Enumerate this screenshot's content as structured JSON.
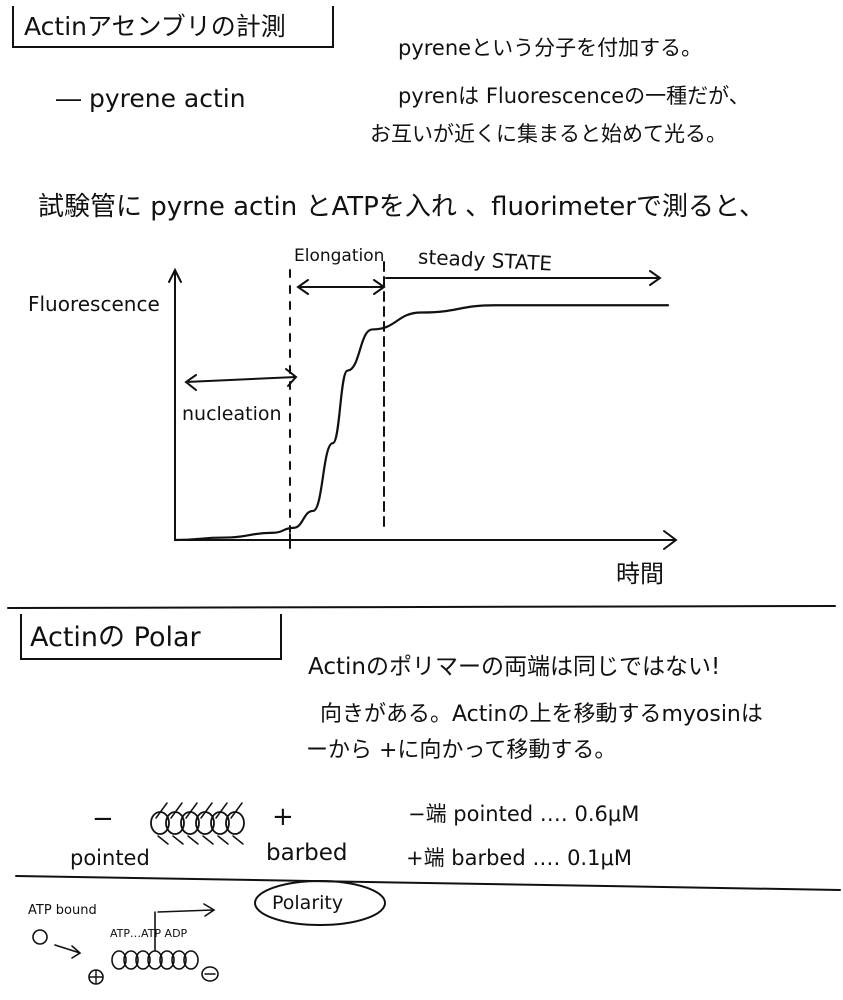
{
  "section1": {
    "title": "Actinアセンブリの計測",
    "bullet": "― pyrene actin",
    "note_line1": "pyreneという分子を付加する。",
    "note_line2": "pyrenは Fluorescenceの一種だが、",
    "note_line3": "お互いが近くに集まると始めて光る。",
    "experiment": "試験管に pyrne actin とATPを入れ 、fluorimeterで測ると、"
  },
  "chart_data": {
    "type": "line",
    "title": "",
    "ylabel": "Fluorescence",
    "xlabel": "時間",
    "phases": [
      "nucleation",
      "Elongation",
      "steady STATE"
    ],
    "series": [
      {
        "values": [
          {
            "t": 0.0,
            "f": 0.0
          },
          {
            "t": 0.1,
            "f": 0.01
          },
          {
            "t": 0.2,
            "f": 0.03
          },
          {
            "t": 0.24,
            "f": 0.05
          },
          {
            "t": 0.28,
            "f": 0.12
          },
          {
            "t": 0.32,
            "f": 0.4
          },
          {
            "t": 0.35,
            "f": 0.7
          },
          {
            "t": 0.4,
            "f": 0.87
          },
          {
            "t": 0.5,
            "f": 0.94
          },
          {
            "t": 0.65,
            "f": 0.97
          },
          {
            "t": 1.0,
            "f": 0.97
          }
        ]
      }
    ]
  },
  "section2": {
    "title": "Actinの Polar",
    "text_line1": "Actinのポリマーの両端は同じではない!",
    "text_line2": "向きがある。Actinの上を移動するmyosinは",
    "text_line3": "ーから +に向かって移動する。",
    "minus": "−",
    "plus": "+",
    "pointed": "pointed",
    "barbed": "barbed",
    "cc_line1": "−端 pointed ‥‥ 0.6μM",
    "cc_line2": "+端 barbed ‥‥ 0.1μM"
  },
  "section3": {
    "atp_bound": "ATP bound",
    "atp_adp": "ATP…ATP ADP",
    "polarity": "Polarity"
  }
}
